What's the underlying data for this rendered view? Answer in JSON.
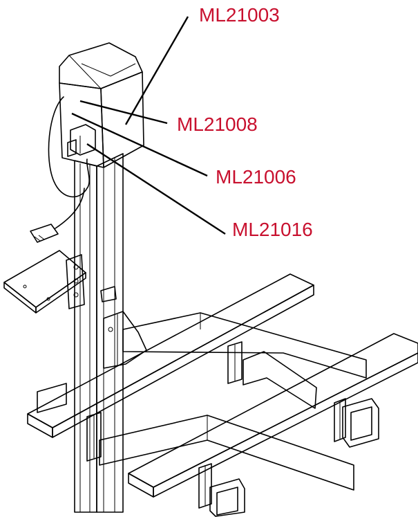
{
  "callouts": [
    {
      "part": "ML21003"
    },
    {
      "part": "ML21008"
    },
    {
      "part": "ML21006"
    },
    {
      "part": "ML21016"
    }
  ],
  "colors": {
    "label": "#c8102e",
    "linework": "#000000",
    "shade": "#d9d9d9",
    "background": "#ffffff"
  }
}
